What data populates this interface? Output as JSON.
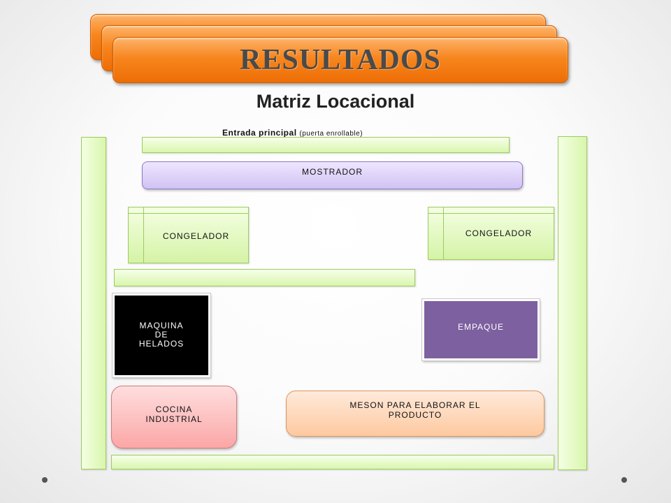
{
  "header": {
    "title": "RESULTADOS",
    "subtitle": "Matriz Locacional"
  },
  "layout": {
    "entrada_label": "Entrada principal",
    "entrada_note": "(puerta enrollable)",
    "mostrador": "MOSTRADOR",
    "congelador_left": "CONGELADOR",
    "congelador_right": "CONGELADOR",
    "maquina": [
      "MAQUINA",
      "DE",
      "HELADOS"
    ],
    "empaque": "EMPAQUE",
    "cocina": [
      "COCINA",
      "INDUSTRIAL"
    ],
    "meson": [
      "MESON PARA ELABORAR EL",
      "PRODUCTO"
    ]
  },
  "colors": {
    "banner": "#f7861e",
    "green": "#d9f6ad",
    "mostrador": "#d1c2f4",
    "maquina": "#000000",
    "empaque": "#7d60a0",
    "cocina": "#fba6a6",
    "meson": "#fdc9a0"
  }
}
